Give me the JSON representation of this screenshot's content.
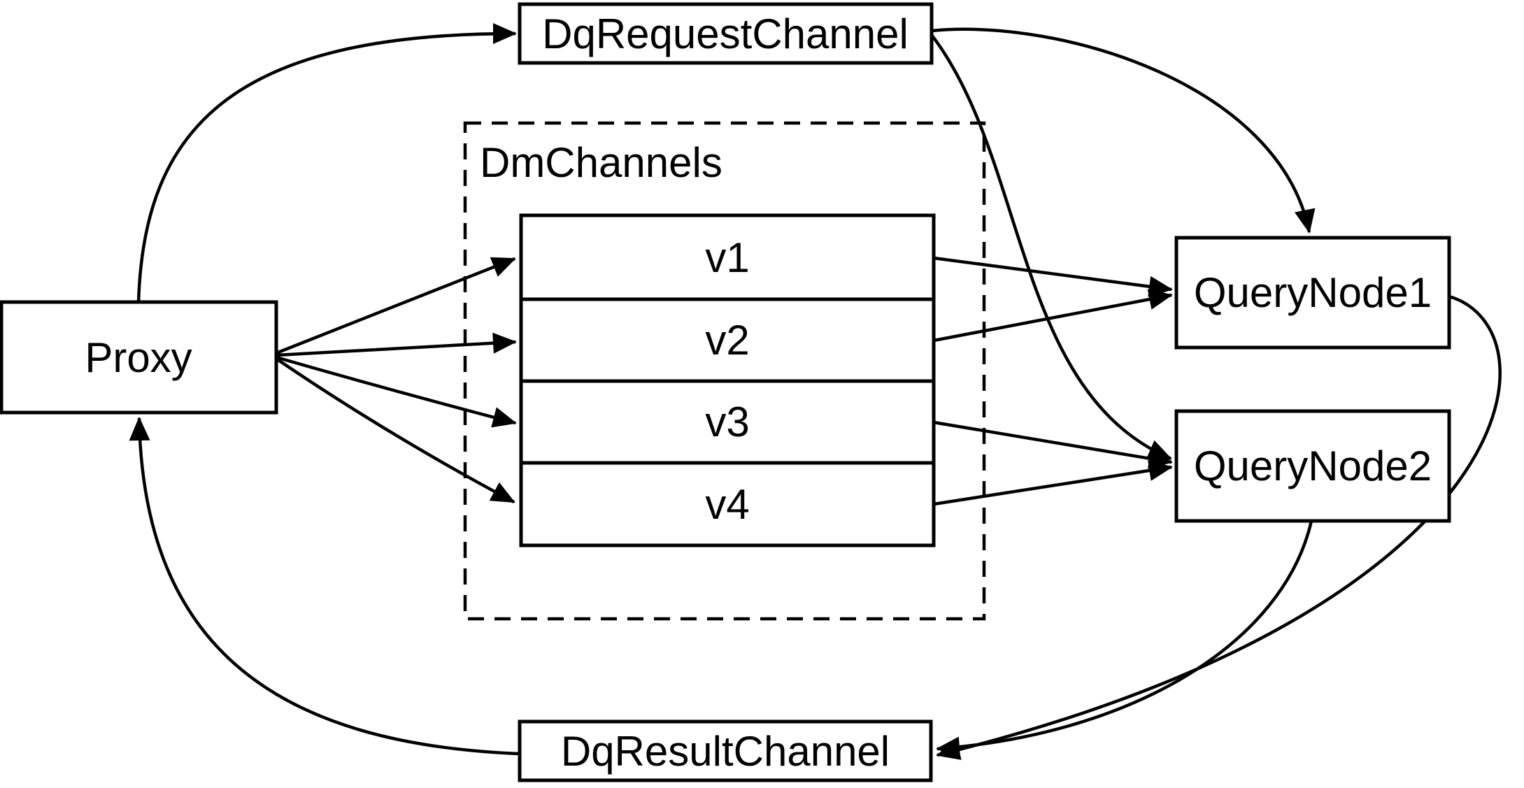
{
  "diagram": {
    "background_color": "#ffffff",
    "line_color": "#000000",
    "nodes": {
      "proxy": {
        "label": "Proxy"
      },
      "dq_request_channel": {
        "label": "DqRequestChannel"
      },
      "dm_channels": {
        "label": "DmChannels",
        "channels": [
          {
            "label": "v1"
          },
          {
            "label": "v2"
          },
          {
            "label": "v3"
          },
          {
            "label": "v4"
          }
        ]
      },
      "query_node_1": {
        "label": "QueryNode1"
      },
      "query_node_2": {
        "label": "QueryNode2"
      },
      "dq_result_channel": {
        "label": "DqResultChannel"
      }
    },
    "edges": [
      {
        "from": "Proxy",
        "to": "DqRequestChannel"
      },
      {
        "from": "Proxy",
        "to": "v1"
      },
      {
        "from": "Proxy",
        "to": "v2"
      },
      {
        "from": "Proxy",
        "to": "v3"
      },
      {
        "from": "Proxy",
        "to": "v4"
      },
      {
        "from": "DqRequestChannel",
        "to": "QueryNode1"
      },
      {
        "from": "DqRequestChannel",
        "to": "QueryNode2"
      },
      {
        "from": "v1",
        "to": "QueryNode1"
      },
      {
        "from": "v2",
        "to": "QueryNode1"
      },
      {
        "from": "v3",
        "to": "QueryNode2"
      },
      {
        "from": "v4",
        "to": "QueryNode2"
      },
      {
        "from": "QueryNode1",
        "to": "DqResultChannel"
      },
      {
        "from": "QueryNode2",
        "to": "DqResultChannel"
      },
      {
        "from": "DqResultChannel",
        "to": "Proxy"
      }
    ]
  }
}
